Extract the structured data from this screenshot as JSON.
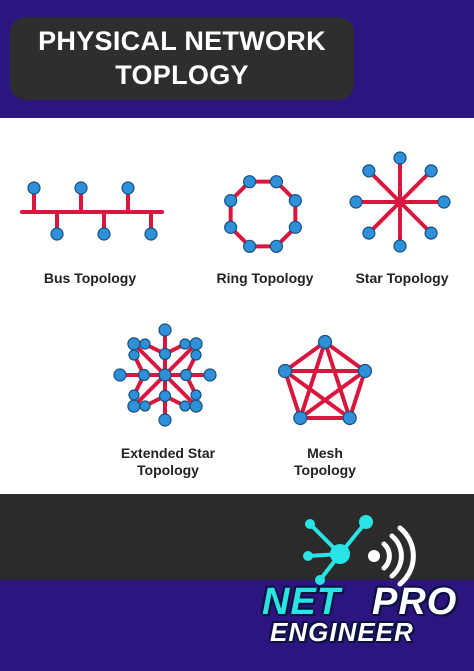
{
  "header": {
    "title_line1": "PHYSICAL NETWORK",
    "title_line2": "TOPLOGY"
  },
  "topologies": {
    "bus": {
      "label": "Bus Topology"
    },
    "ring": {
      "label": "Ring Topology"
    },
    "star": {
      "label": "Star Topology"
    },
    "extended_star": {
      "label_line1": "Extended Star",
      "label_line2": "Topology"
    },
    "mesh": {
      "label_line1": "Mesh",
      "label_line2": "Topology"
    }
  },
  "logo": {
    "net": "NET",
    "pro": "PRO",
    "engineer": "ENGINEER"
  },
  "colors": {
    "band": "#2d1580",
    "title_box": "#2e2e2e",
    "dark_band": "#2b2b2b",
    "link": "#d9163e",
    "node": "#2f8fd8",
    "node_stroke": "#15527f",
    "logo_accent": "#29e4e4"
  }
}
